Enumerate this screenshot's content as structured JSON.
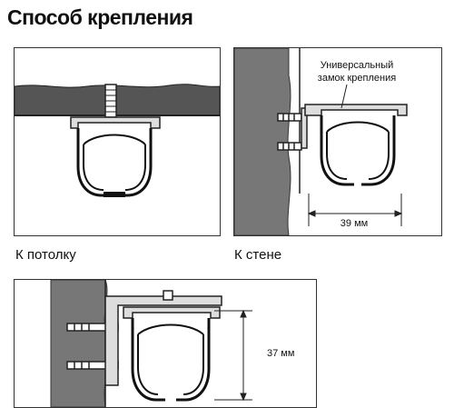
{
  "title": "Способ крепления",
  "captions": {
    "ceiling": "К потолку",
    "wall": "К стене"
  },
  "annotations": {
    "lock_line1": "Универсальный",
    "lock_line2": "замок крепления",
    "width_dim": "39 мм",
    "height_dim": "37 мм"
  }
}
